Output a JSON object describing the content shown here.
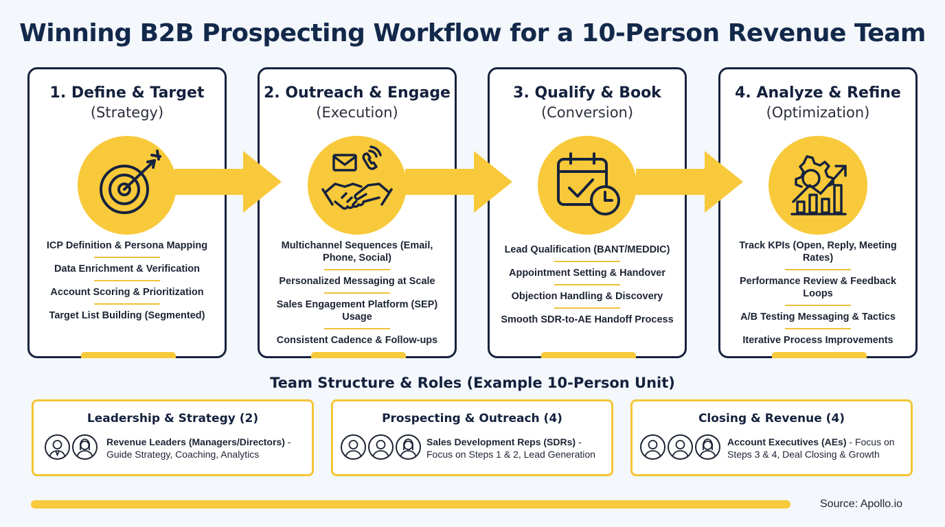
{
  "title": "Winning B2B Prospecting Workflow for a 10-Person Revenue Team",
  "colors": {
    "navy": "#16223d",
    "yellow": "#f8c93a",
    "background": "#f4f7fb"
  },
  "steps": [
    {
      "title": "1. Define & Target",
      "subtitle": "(Strategy)",
      "icon": "target-icon",
      "items": [
        "ICP Definition & Persona Mapping",
        "Data Enrichment & Verification",
        "Account Scoring & Prioritization",
        "Target List Building (Segmented)"
      ]
    },
    {
      "title": "2. Outreach & Engage",
      "subtitle": "(Execution)",
      "icon": "handshake-icon",
      "items": [
        "Multichannel Sequences (Email, Phone, Social)",
        "Personalized Messaging at Scale",
        "Sales Engagement Platform (SEP) Usage",
        "Consistent Cadence & Follow-ups"
      ]
    },
    {
      "title": "3. Qualify & Book",
      "subtitle": "(Conversion)",
      "icon": "calendar-icon",
      "items": [
        "Lead Qualification (BANT/MEDDIC)",
        "Appointment Setting & Handover",
        "Objection Handling & Discovery",
        "Smooth SDR-to-AE Handoff Process"
      ]
    },
    {
      "title": "4. Analyze & Refine",
      "subtitle": "(Optimization)",
      "icon": "growth-chart-icon",
      "items": [
        "Track KPIs (Open, Reply, Meeting Rates)",
        "Performance Review & Feedback Loops",
        "A/B Testing Messaging & Tactics",
        "Iterative Process Improvements"
      ]
    }
  ],
  "team": {
    "heading": "Team Structure & Roles (Example 10-Person Unit)",
    "groups": [
      {
        "title": "Leadership & Strategy (2)",
        "role": "Revenue Leaders (Managers/Directors)",
        "desc": " - Guide Strategy, Coaching, Analytics"
      },
      {
        "title": "Prospecting & Outreach (4)",
        "role": "Sales Development Reps (SDRs)",
        "desc": " - Focus on Steps 1 & 2, Lead Generation"
      },
      {
        "title": "Closing & Revenue (4)",
        "role": "Account Executives (AEs)",
        "desc": " - Focus on Steps 3 & 4, Deal Closing & Growth"
      }
    ]
  },
  "source": "Source: Apollo.io"
}
